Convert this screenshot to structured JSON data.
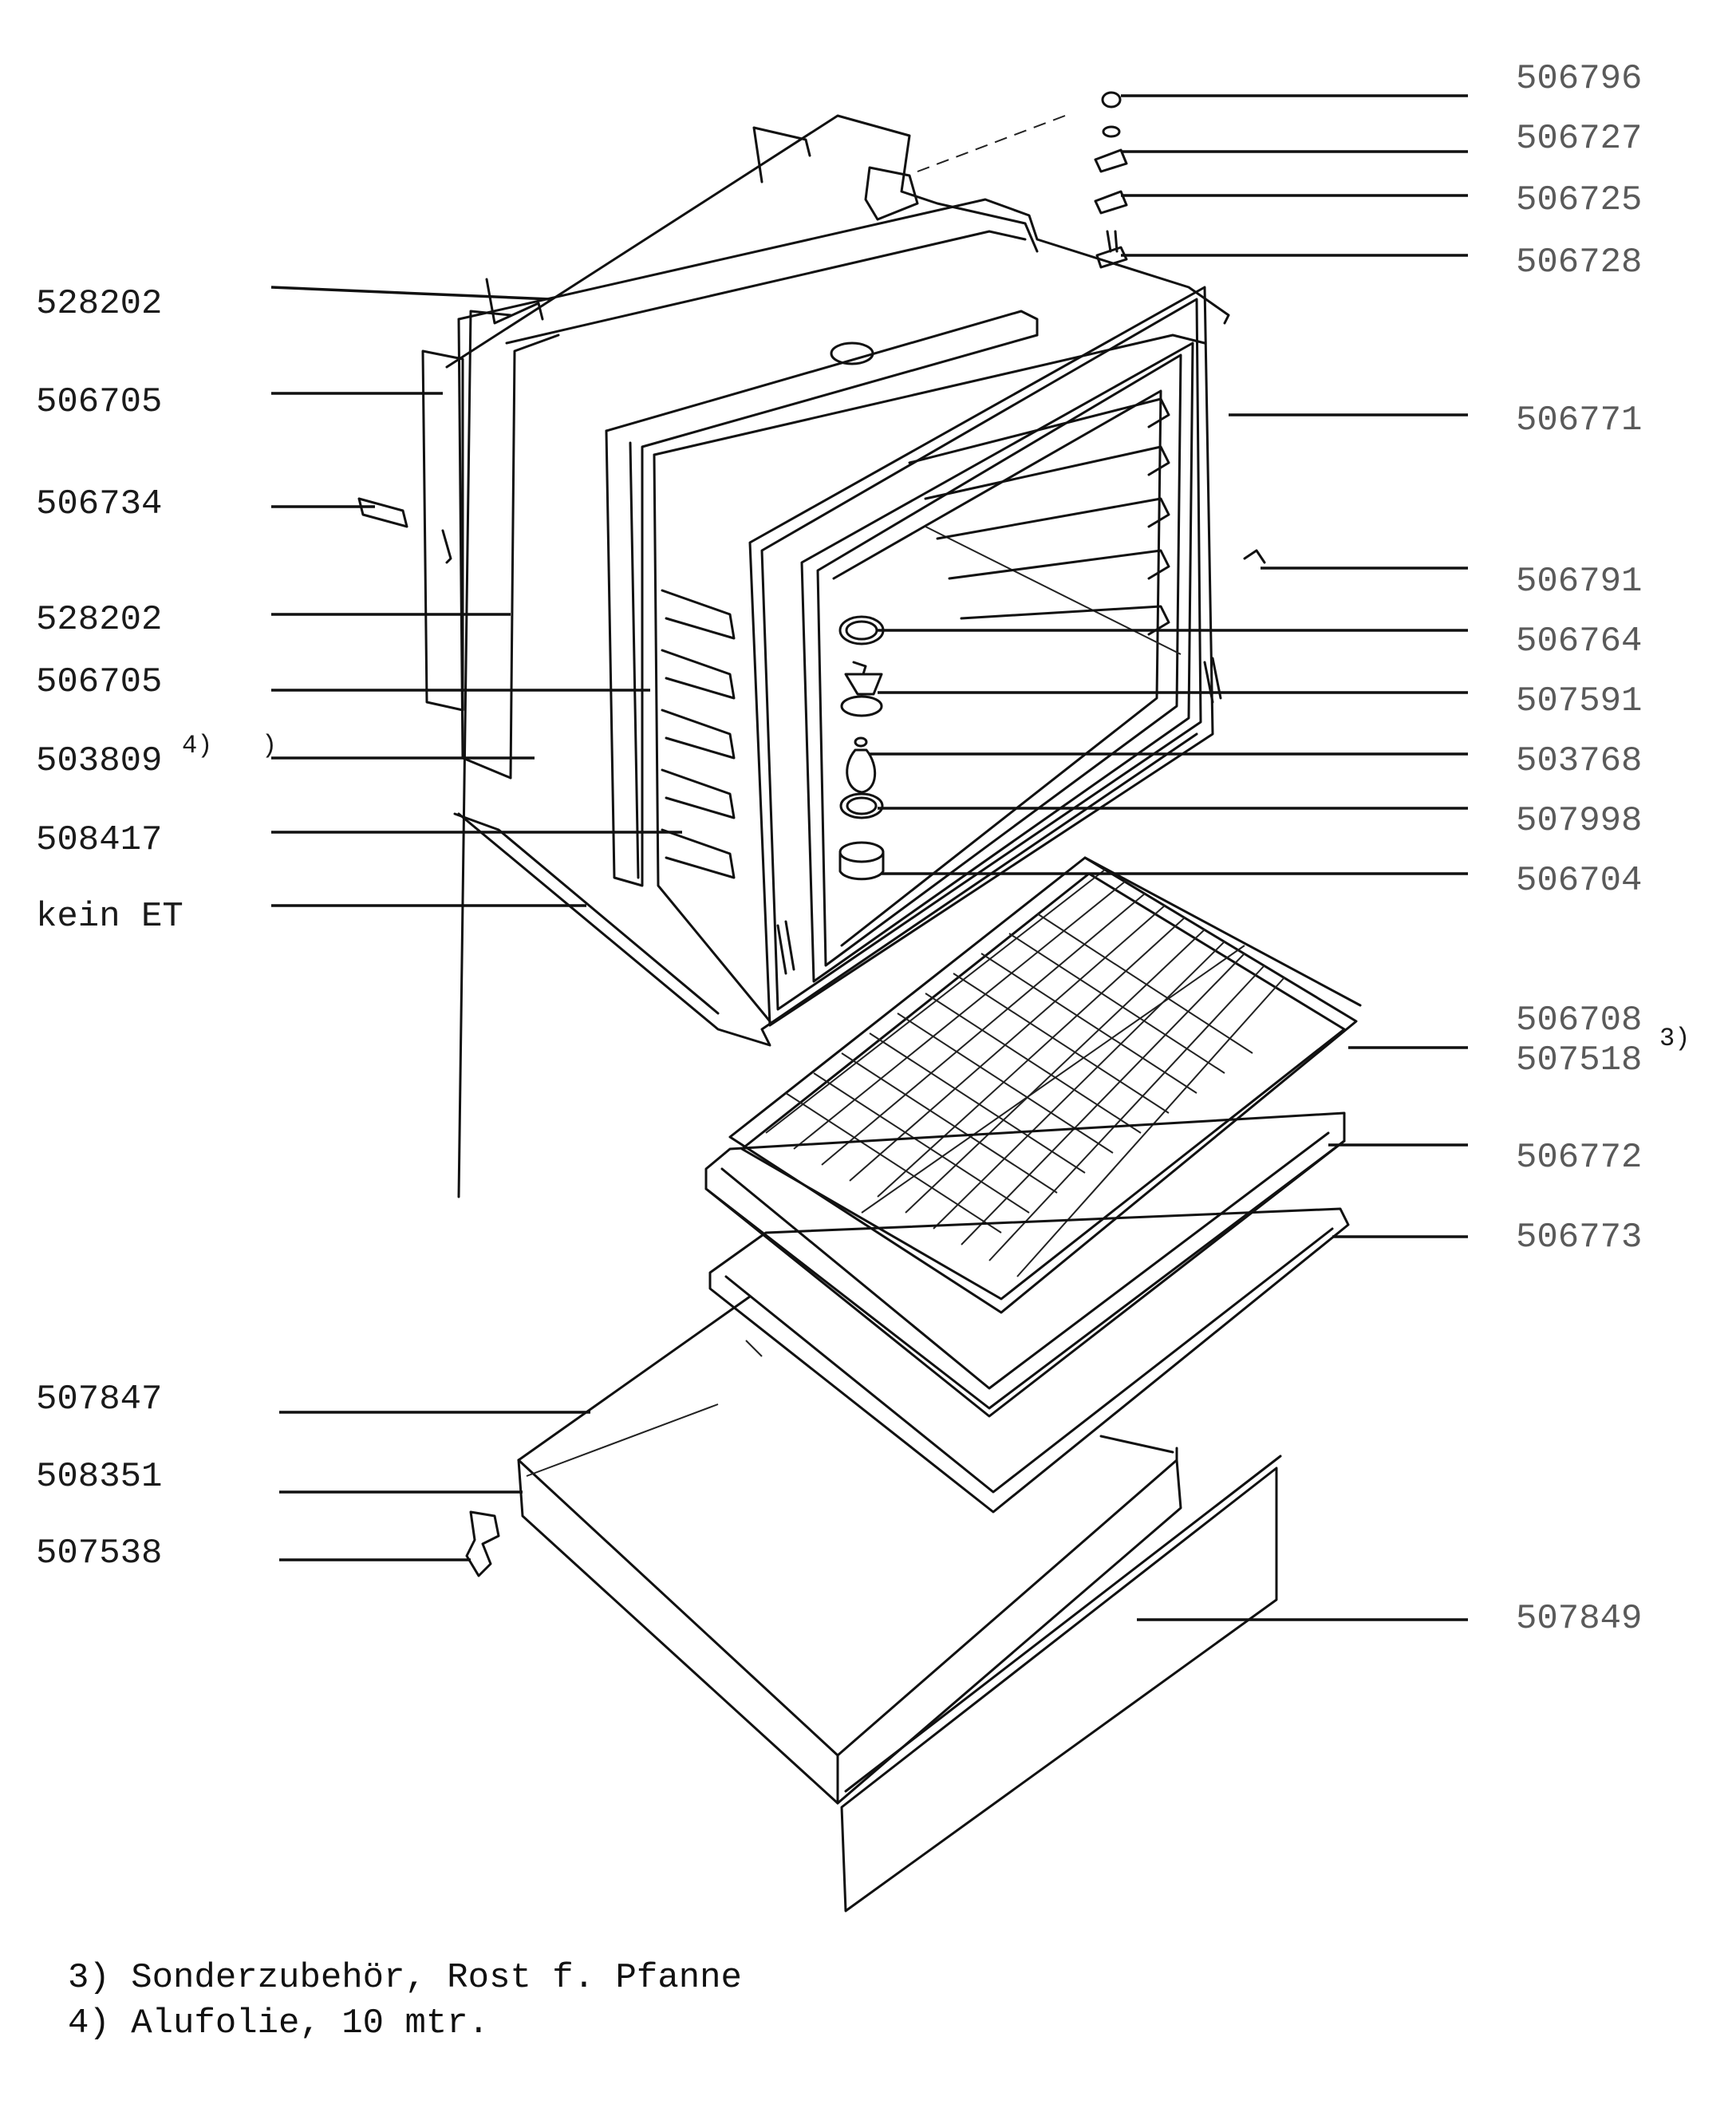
{
  "labels_left": [
    {
      "id": "l1",
      "text": "528202"
    },
    {
      "id": "l2",
      "text": "506705"
    },
    {
      "id": "l3",
      "text": "506734"
    },
    {
      "id": "l4",
      "text": "528202"
    },
    {
      "id": "l5",
      "text": "506705"
    },
    {
      "id": "l6",
      "text": "503809",
      "sup": "4)",
      "suffix": ")"
    },
    {
      "id": "l7",
      "text": "508417"
    },
    {
      "id": "l8",
      "text": "kein ET"
    },
    {
      "id": "l9",
      "text": "507847"
    },
    {
      "id": "l10",
      "text": "508351"
    },
    {
      "id": "l11",
      "text": "507538"
    }
  ],
  "labels_right": [
    {
      "id": "r1",
      "text": "506796"
    },
    {
      "id": "r2",
      "text": "506727"
    },
    {
      "id": "r3",
      "text": "506725"
    },
    {
      "id": "r4",
      "text": "506728"
    },
    {
      "id": "r5",
      "text": "506771"
    },
    {
      "id": "r6",
      "text": "506791"
    },
    {
      "id": "r7",
      "text": "506764"
    },
    {
      "id": "r8",
      "text": "507591"
    },
    {
      "id": "r9",
      "text": "503768"
    },
    {
      "id": "r10",
      "text": "507998"
    },
    {
      "id": "r11",
      "text": "506704"
    },
    {
      "id": "r12",
      "text": "506708"
    },
    {
      "id": "r13",
      "text": "507518",
      "sup": "3)"
    },
    {
      "id": "r14",
      "text": "506772"
    },
    {
      "id": "r15",
      "text": "506773"
    },
    {
      "id": "r16",
      "text": "507849"
    }
  ],
  "footnotes": [
    "3) Sonderzubehör, Rost f. Pfanne",
    "4) Alufolie, 10 mtr."
  ]
}
